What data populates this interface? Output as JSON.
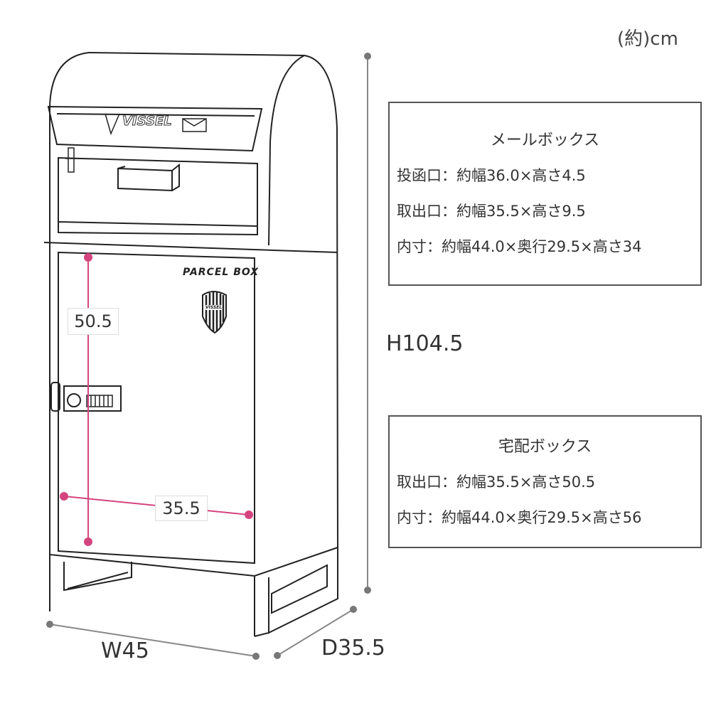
{
  "unit_note": "(約)cm",
  "product": {
    "brand": "VISSEL",
    "parcel_label": "PARCEL BOX",
    "shield_text": "VISSEL"
  },
  "dimensions": {
    "height": "H104.5",
    "width": "W45",
    "depth": "D35.5",
    "parcel_opening_height": "50.5",
    "parcel_opening_width": "35.5"
  },
  "mailbox_spec": {
    "title": "メールボックス",
    "lines": [
      "投函口：約幅36.0×高さ4.5",
      "取出口：約幅35.5×高さ9.5",
      "内寸：約幅44.0×奥行29.5×高さ34"
    ]
  },
  "parcel_spec": {
    "title": "宅配ボックス",
    "lines": [
      "取出口：約幅35.5×高さ50.5",
      "内寸：約幅44.0×奥行29.5×高さ56"
    ]
  },
  "colors": {
    "accent": "#d4447f",
    "line": "#222222",
    "dim_line": "#777777"
  }
}
